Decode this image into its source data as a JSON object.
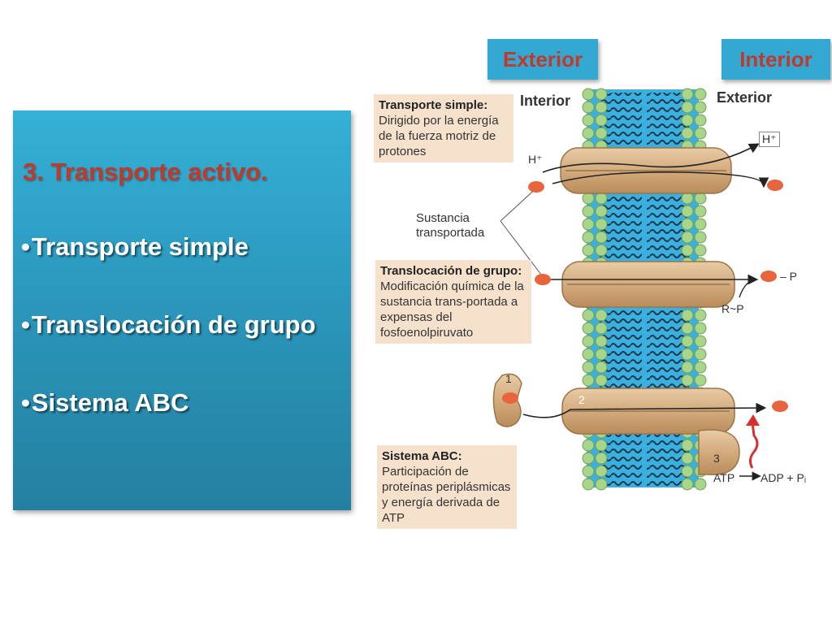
{
  "panel": {
    "heading": "3.  Transporte activo.",
    "items": [
      "Transporte simple",
      "Translocación de grupo",
      "Sistema ABC"
    ]
  },
  "tags": {
    "exterior": "Exterior",
    "interior": "Interior"
  },
  "figure": {
    "side_left": "Interior",
    "side_right": "Exterior",
    "box_simple": {
      "title": "Transporte simple:",
      "text": "Dirigido por la energía de la fuerza motriz de protones"
    },
    "box_group": {
      "title": "Translocación de grupo:",
      "text": "Modificación química de la sustancia trans-portada a expensas del fosfoenolpiruvato"
    },
    "box_abc": {
      "title": "Sistema ABC:",
      "text": "Participación de proteínas periplásmicas y energía derivada de ATP"
    },
    "substance_label": "Sustancia transportada",
    "h_left": "H⁺",
    "h_right": "H⁺",
    "p_label": "– P",
    "rp_label": "R~P",
    "num1": "1",
    "num2": "2",
    "num3": "3",
    "atp_label": "ATP",
    "adp_label": "ADP + Pᵢ"
  },
  "colors": {
    "panel_top": "#35b0d6",
    "panel_bottom": "#2480a1",
    "heading": "#c0392b",
    "tag_bg": "#33a8d3",
    "membrane": "#3ab0e0",
    "lipid_head": "#a7d68a",
    "protein": "#d9b58c",
    "substance": "#e8643c",
    "box_bg": "#f6e2cc"
  }
}
